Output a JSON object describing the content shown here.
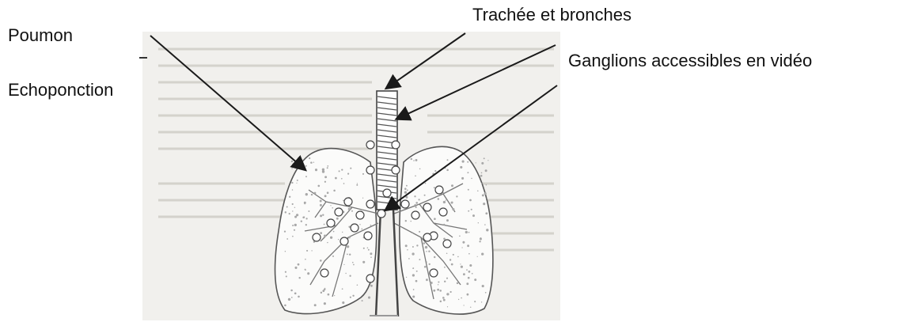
{
  "labels": {
    "poumon": "Poumon",
    "echoponction": "Echoponction",
    "trachea": "Trachée et bronches",
    "ganglions": "Ganglions accessibles en vidéo"
  },
  "figure": {
    "caption": "",
    "node_count": 26
  },
  "colors": {
    "ink": "#1a1a1a",
    "scan_background": "#f1f0ed",
    "lung_outline": "#555555",
    "scan_text": "#d4d2cc"
  }
}
